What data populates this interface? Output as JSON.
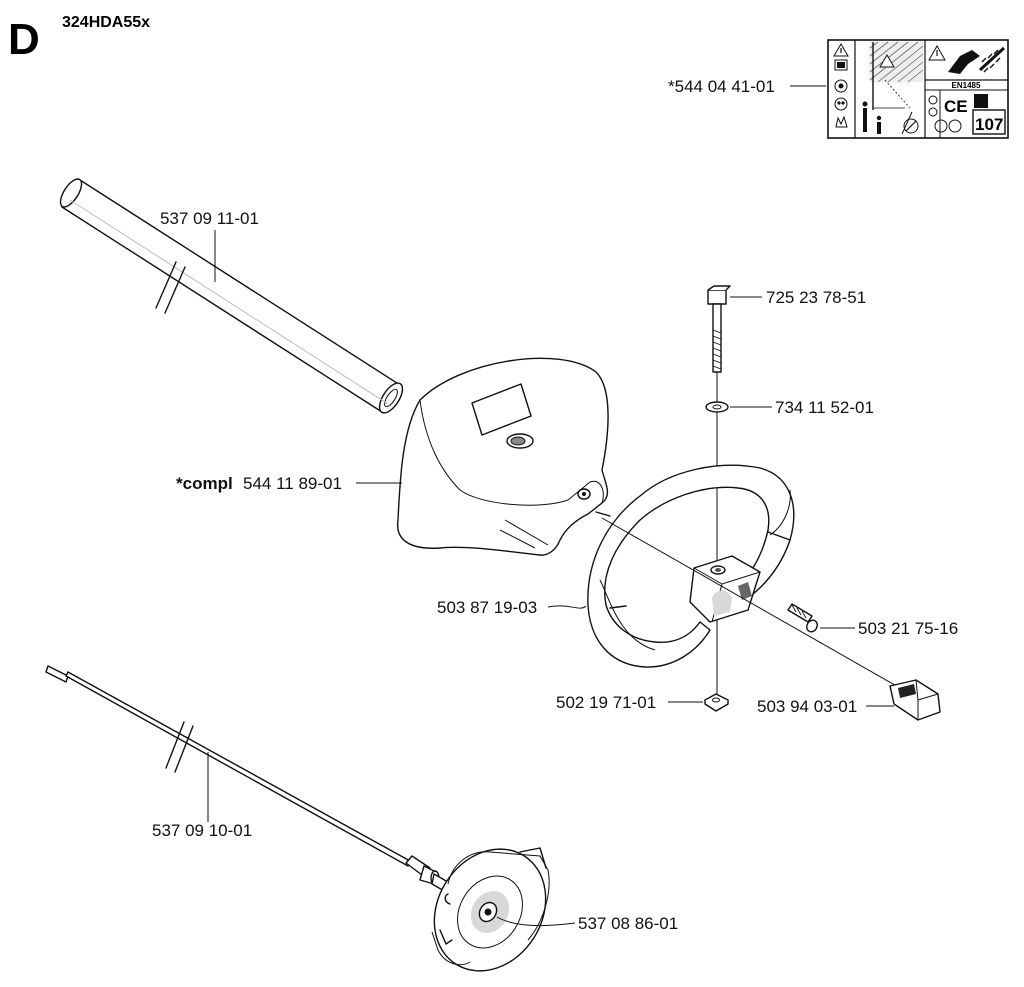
{
  "header": {
    "section_letter": "D",
    "model": "324HDA55x"
  },
  "parts": {
    "decal": "*544 04 41-01",
    "decal_ce": "CE",
    "decal_db": "107",
    "decal_norm": "EN1485",
    "shaft_tube": "537 09 11-01",
    "guard_prefix": "*compl",
    "guard": "544 11 89-01",
    "bolt": "725 23 78-51",
    "washer": "734 11 52-01",
    "handle": "503 87 19-03",
    "screw": "503 21 75-16",
    "nut": "502 19 71-01",
    "cable": "503 94 03-01",
    "drive_shaft": "537 09 10-01",
    "clutch_drum": "537 08 86-01"
  }
}
